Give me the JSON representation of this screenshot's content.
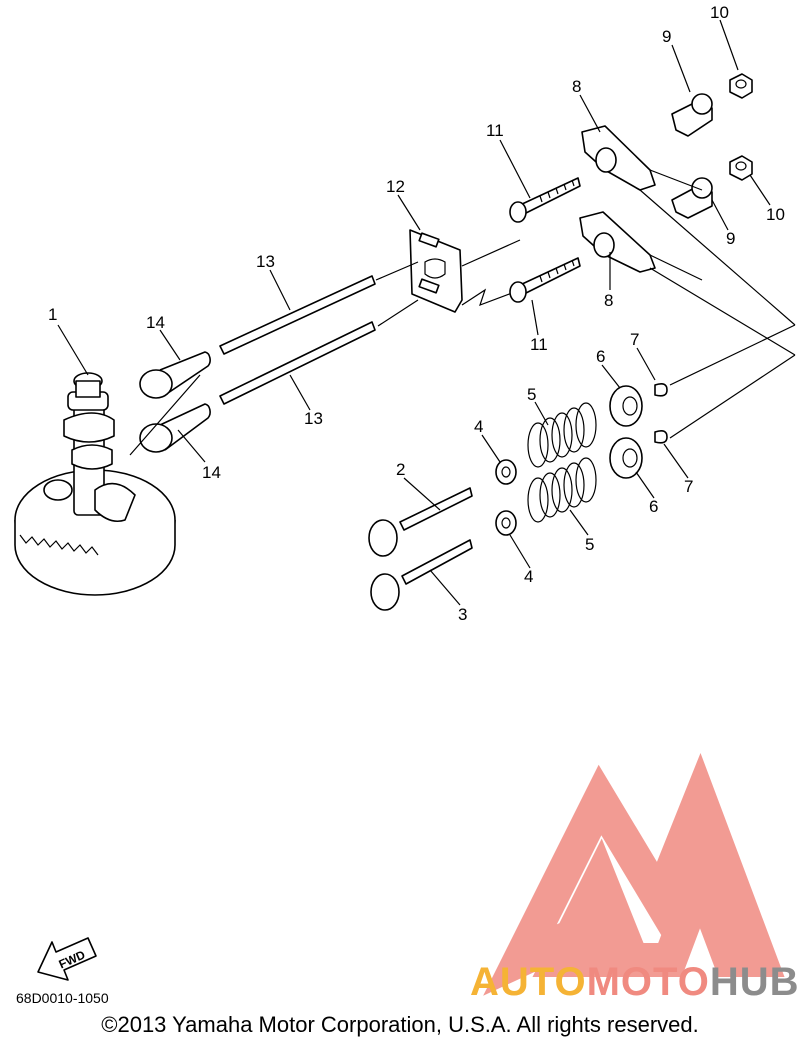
{
  "diagram": {
    "callouts": [
      "1",
      "2",
      "3",
      "4",
      "4",
      "5",
      "5",
      "6",
      "6",
      "7",
      "7",
      "8",
      "8",
      "9",
      "9",
      "10",
      "10",
      "11",
      "11",
      "12",
      "13",
      "13",
      "14",
      "14"
    ],
    "fwd_label": "FWD",
    "drawing_code": "68D0010-1050",
    "copyright": "©2013 Yamaha Motor Corporation, U.S.A. All rights reserved."
  },
  "watermark": {
    "auto": "AUTO",
    "moto": "MOTO",
    "hub": "HUB",
    "colors": {
      "auto": "#f5b335",
      "moto": "#f08a80",
      "hub": "#8c8c8c",
      "triangle": "#f08a80"
    }
  }
}
